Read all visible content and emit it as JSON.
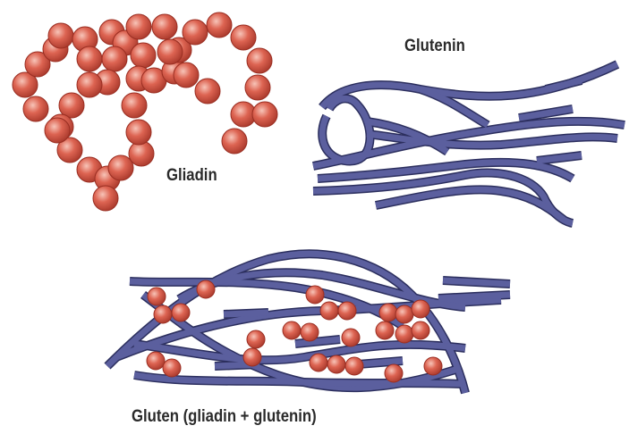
{
  "labels": {
    "gliadin": "Gliadin",
    "glutenin": "Glutenin",
    "gluten": "Gluten (gliadin + glutenin)"
  },
  "colors": {
    "bead_fill": "#d9584a",
    "bead_highlight": "#f7c4b8",
    "bead_shadow": "#9a2e22",
    "strand_fill": "#5b5f9e",
    "strand_edge": "#2c2f5e",
    "background": "#ffffff"
  }
}
